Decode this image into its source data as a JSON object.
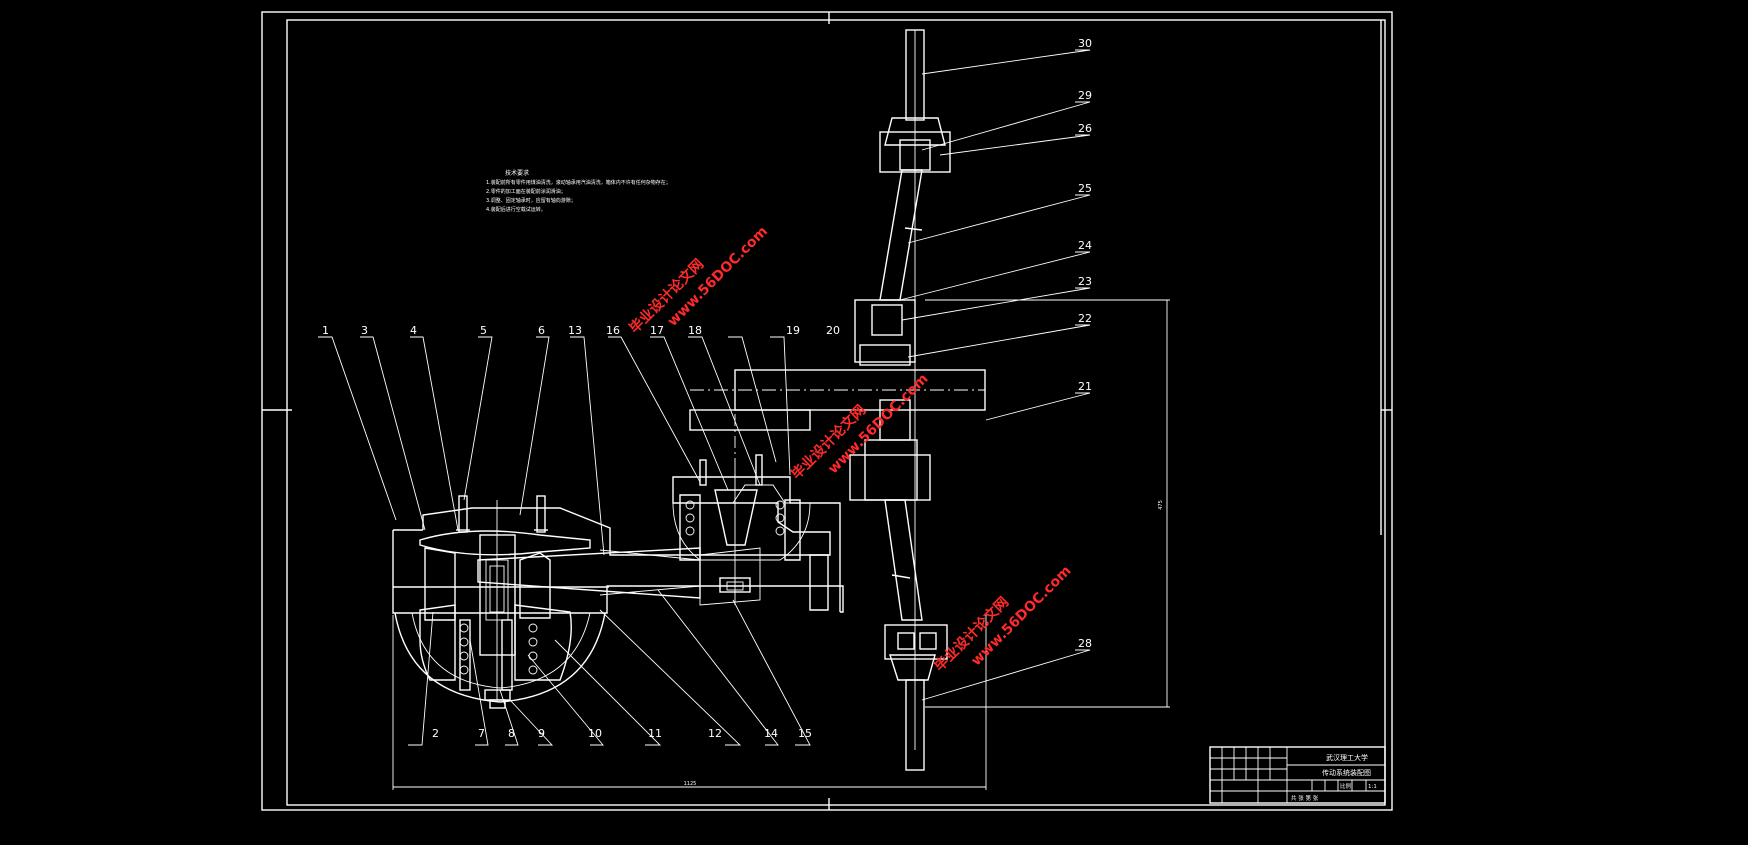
{
  "part_numbers": [
    "1",
    "2",
    "3",
    "4",
    "5",
    "6",
    "7",
    "8",
    "9",
    "10",
    "11",
    "12",
    "13",
    "14",
    "15",
    "16",
    "17",
    "18",
    "19",
    "20",
    "21",
    "22",
    "23",
    "24",
    "25",
    "26",
    "28",
    "29",
    "30"
  ],
  "tech_requirements": {
    "title": "技术要求",
    "lines": [
      "1.装配前所有零件用煤油清洗，滚动轴承用汽油清洗，箱体内不许有任何杂物存在；",
      "2.零件的加工面在装配前涂润滑油；",
      "3.调整、固定轴承时，应留有轴向游隙；",
      "4.装配后进行空载试运转。"
    ]
  },
  "dimensions": {
    "overall_length": "1125",
    "overall_height": "475"
  },
  "title_block": {
    "school": "武汉理工大学",
    "drawing_title": "传动系统装配图",
    "scale_label": "比例",
    "scale_value": "1:1",
    "sheet_text": "共  张  第  张"
  },
  "watermark": {
    "line1": "毕业设计论文网",
    "line2": "www.56DOC.com"
  },
  "colors": {
    "background": "#000000",
    "lines": "#ffffff",
    "watermark": "#ff2a2a"
  }
}
